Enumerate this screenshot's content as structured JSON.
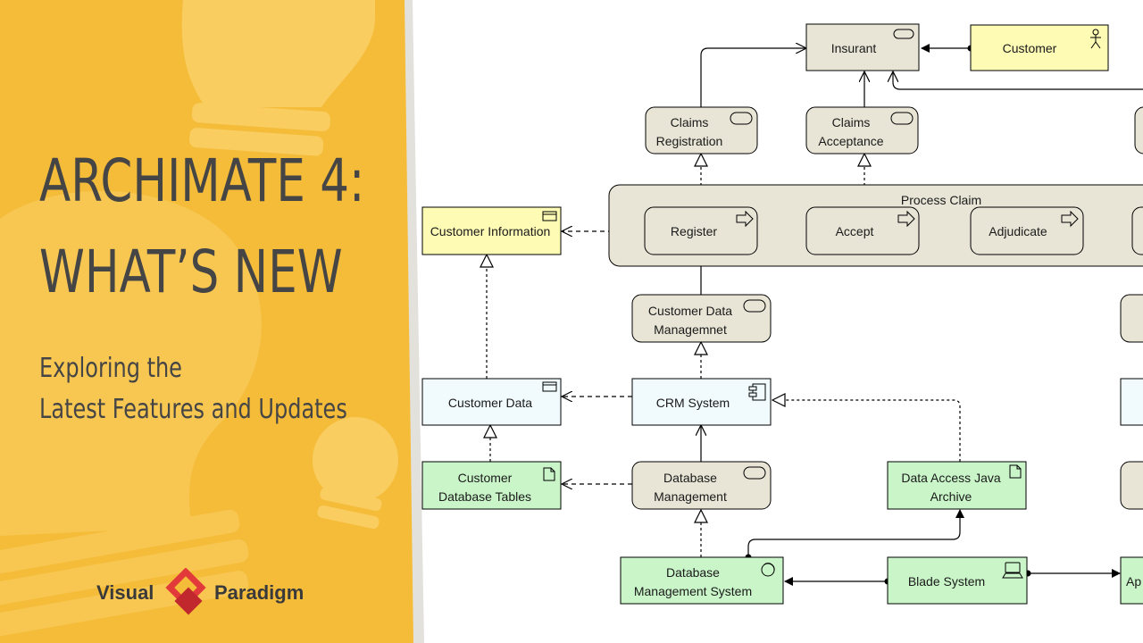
{
  "title": {
    "line1": "ARCHIMATE 4:",
    "line2": "WHAT’S NEW"
  },
  "subtitle": {
    "line1": "Exploring the",
    "line2": "Latest Features and Updates"
  },
  "brand": {
    "left": "Visual",
    "right": "Paradigm"
  },
  "colors": {
    "panel": "#f5bc3a",
    "panel_light": "#f9ce62",
    "business": "#e8e5d6",
    "data": "#fdfbb4",
    "application": "#f1fbfd",
    "technology": "#c9f5c8"
  },
  "diagram": {
    "insurant": "Insurant",
    "customer": "Customer",
    "claims_registration": [
      "Claims",
      "Registration"
    ],
    "claims_acceptance": [
      "Claims",
      "Acceptance"
    ],
    "process_claim": "Process Claim",
    "register": "Register",
    "accept": "Accept",
    "adjudicate": "Adjudicate",
    "customer_information": "Customer Information",
    "customer_data_management": [
      "Customer Data",
      "Managemnet"
    ],
    "customer_data": "Customer Data",
    "crm_system": "CRM System",
    "customer_database_tables": [
      "Customer",
      "Database Tables"
    ],
    "database_management": [
      "Database",
      "Management"
    ],
    "data_access_java_archive": [
      "Data Access Java",
      "Archive"
    ],
    "database_management_system": [
      "Database",
      "Management System"
    ],
    "blade_system": "Blade System",
    "partial_ap": "Ap"
  }
}
